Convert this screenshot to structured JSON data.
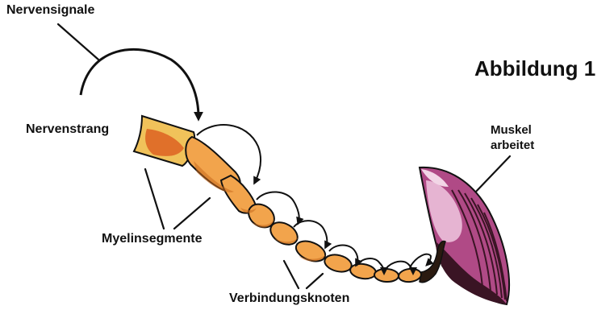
{
  "figure": {
    "title": "Abbildung 1",
    "labels": {
      "nervensignale": "Nervensignale",
      "nervenstrang": "Nervenstrang",
      "myelinsegmente": "Myelinsegmente",
      "verbindungsknoten": "Verbindungsknoten",
      "muskel_line1": "Muskel",
      "muskel_line2": "arbeitet"
    }
  },
  "colors": {
    "segment_fill": "#f2a44c",
    "segment_dark": "#c86a1e",
    "nerve_end_fill": "#f0c25a",
    "nerve_end_inner": "#e0702a",
    "muscle_fill": "#b04a86",
    "muscle_light": "#e6b4d2",
    "muscle_dark": "#3a1424",
    "outline": "#111111"
  }
}
